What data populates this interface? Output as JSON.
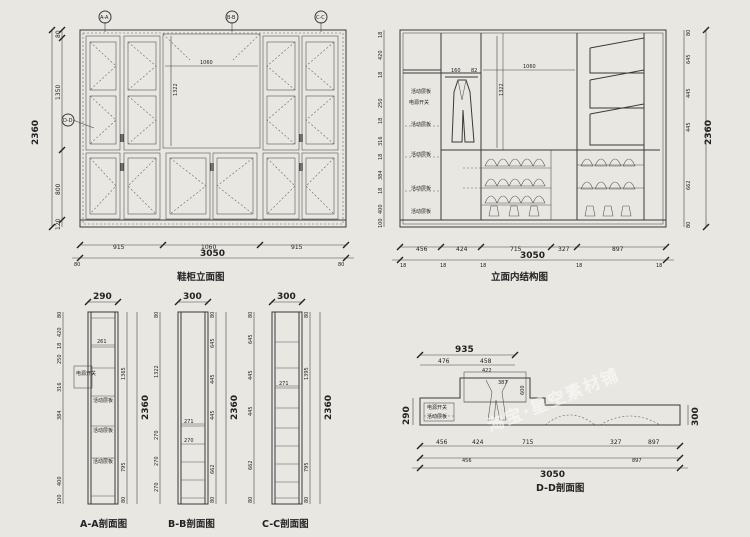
{
  "front": {
    "title": "鞋柜立面图",
    "total_width": "3050",
    "total_height": "2360",
    "inner_width": "1060",
    "inner_height": "1322",
    "seg_bottom": [
      "915",
      "1060",
      "915"
    ],
    "edge": [
      "80",
      "80"
    ],
    "left_dims": [
      "80",
      "1350",
      "800",
      "120"
    ],
    "markers": [
      "A-A",
      "B-B",
      "C-C",
      "D-D"
    ]
  },
  "inner": {
    "title": "立面内结构图",
    "total_width": "3050",
    "total_height": "2360",
    "bottom_dims": [
      "456",
      "424",
      "715",
      "327",
      "897"
    ],
    "base_dims": [
      "18",
      "18",
      "18",
      "18",
      "18"
    ],
    "left_dims": [
      "18",
      "420",
      "18",
      "250",
      "18",
      "316",
      "18",
      "384",
      "18",
      "400",
      "100"
    ],
    "right_dims": [
      "80",
      "645",
      "445",
      "445",
      "662",
      "80"
    ],
    "hang_width": "1060",
    "hang_height": "1322",
    "small_dims": [
      "160",
      "82"
    ],
    "shelf_label": "活动层板",
    "switch_label": "电源开关"
  },
  "sec_a": {
    "title": "A-A剖面图",
    "width": "290",
    "height": "2360",
    "dims": [
      "80",
      "420",
      "18",
      "250",
      "316",
      "384",
      "400",
      "100"
    ],
    "right_dims": [
      "1365",
      "795",
      "80"
    ],
    "inner_dim": "261",
    "shelf_label": "活动层板",
    "switch_label": "电源开关"
  },
  "sec_b": {
    "title": "B-B剖面图",
    "width": "300",
    "height": "2360",
    "dims": [
      "80",
      "1322",
      "270",
      "270",
      "270"
    ],
    "inner_dims": [
      "271",
      "270"
    ],
    "right_dims": [
      "80",
      "645",
      "445",
      "445",
      "662",
      "80"
    ]
  },
  "sec_c": {
    "title": "C-C剖面图",
    "width": "300",
    "height": "2360",
    "dims": [
      "80",
      "645",
      "445",
      "445",
      "662",
      "80"
    ],
    "inner_dims": [
      "271"
    ],
    "right_dims": [
      "80",
      "1395",
      "795",
      "80"
    ]
  },
  "sec_d": {
    "title": "D-D剖面图",
    "top_width": "935",
    "top_dims": [
      "476",
      "458"
    ],
    "mid_dims": [
      "422",
      "387"
    ],
    "left_height": "290",
    "right_height": "300",
    "inner_height": "600",
    "bottom_dims": [
      "456",
      "424",
      "715",
      "327",
      "897"
    ],
    "total_width": "3050",
    "switch_label": "电源开关",
    "shelf_label": "活动层板"
  },
  "watermark": "淘宝·星空素材铺"
}
